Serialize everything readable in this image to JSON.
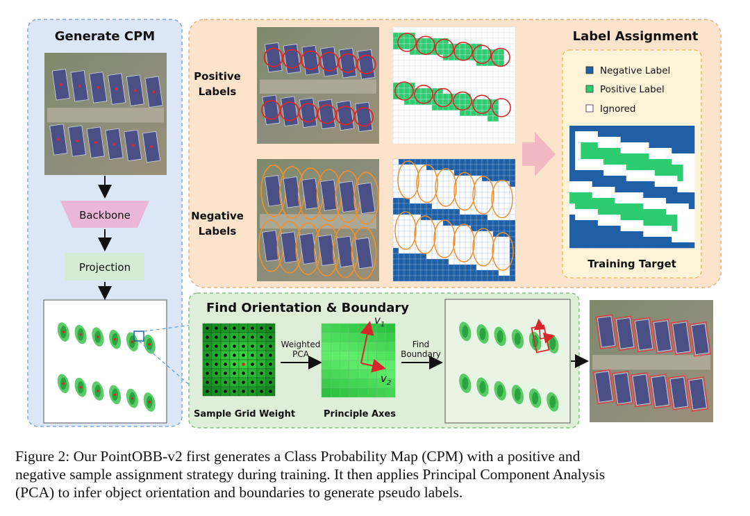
{
  "panels": {
    "generate_cpm": {
      "title": "Generate CPM",
      "backbone": "Backbone",
      "projection": "Projection"
    },
    "label_assignment": {
      "title": "Label Assignment",
      "positive": [
        "Positive",
        "Labels"
      ],
      "negative": [
        "Negative",
        "Labels"
      ],
      "legend": [
        {
          "label": "Negative Label",
          "color": "#1f5fa6"
        },
        {
          "label": "Positive Label",
          "color": "#2ecc71"
        },
        {
          "label": "Ignored",
          "color": "#ffffff"
        }
      ],
      "training_target": "Training Target"
    },
    "orientation": {
      "title": "Find Orientation & Boundary",
      "weighted": "Weighted",
      "pca": "PCA",
      "find": "Find",
      "boundary": "Boundary",
      "sample_grid": "Sample Grid Weight",
      "principle_axes": "Principle Axes",
      "v1": "v",
      "v1_sub": "1",
      "v2": "v",
      "v2_sub": "2"
    }
  },
  "caption": [
    "Figure 2: Our PointOBB-v2 first generates a Class Probability Map (CPM) with a positive and",
    "negative sample assignment strategy during training. It then applies Principal Component Analysis",
    "(PCA) to infer object orientation and boundaries to generate pseudo labels."
  ],
  "colors": {
    "blue_panel": "#dbe7f7",
    "orange_panel": "#fbe3cc",
    "green_panel": "#dfeed9",
    "yellow_box": "#fdf3d8",
    "negative": "#1f5fa6",
    "positive": "#2ecc71",
    "red": "#d9262b",
    "orange": "#f0902e"
  }
}
